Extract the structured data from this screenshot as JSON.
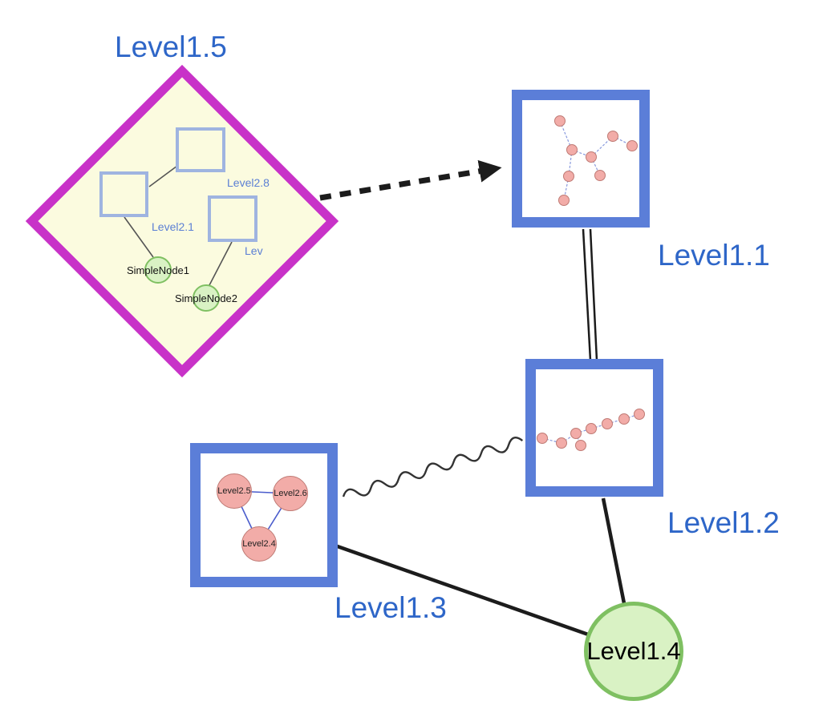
{
  "colors": {
    "diamond_border": "#c832c8",
    "diamond_fill": "#fbfbdf",
    "group_border": "#5b7ed8",
    "inner_square_border": "#9fb4e0",
    "label_blue": "#2e66c8",
    "label_blue_light": "#5b7fd4",
    "green_node_border": "#7fc062",
    "green_node_fill": "#d9f2c4",
    "pink_node_fill": "#f2aca8",
    "pink_node_border": "#bf7a74",
    "mini_edge_blue": "#8899dd",
    "tri_edge_blue": "#4a5ccc",
    "edge_dark": "#1c1c1c"
  },
  "diagram": {
    "group_labels": {
      "level15": "Level1.5",
      "level11": "Level1.1",
      "level12": "Level1.2",
      "level13": "Level1.3"
    },
    "node_labels": {
      "level14": "Level1.4",
      "level28": "Level2.8",
      "level21": "Level2.1",
      "level2_partial": "Lev",
      "simplenode1": "SimpleNode1",
      "simplenode2": "SimpleNode2",
      "level25": "Level2.5",
      "level26": "Level2.6",
      "level24": "Level2.4"
    }
  }
}
